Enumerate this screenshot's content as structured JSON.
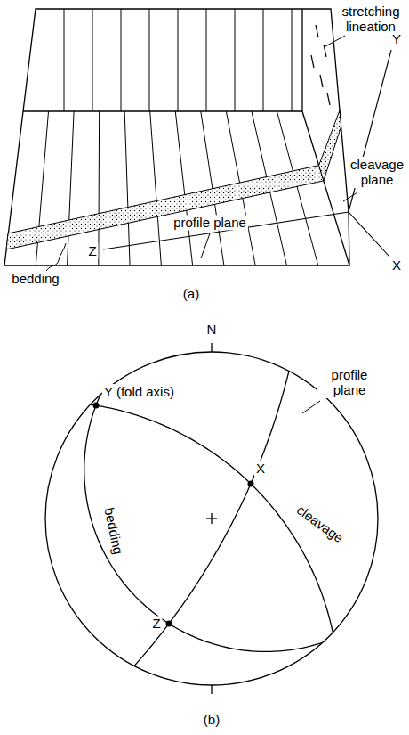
{
  "diagram": {
    "labels": [
      "stretching lineation",
      "Y",
      "cleavage plane",
      "X",
      "bedding",
      "profile plane",
      "Z",
      "(a)",
      "N",
      "Y (fold axis)",
      "profile plane",
      "X",
      "cleavage",
      "bedding",
      "Z",
      "(b)"
    ]
  }
}
